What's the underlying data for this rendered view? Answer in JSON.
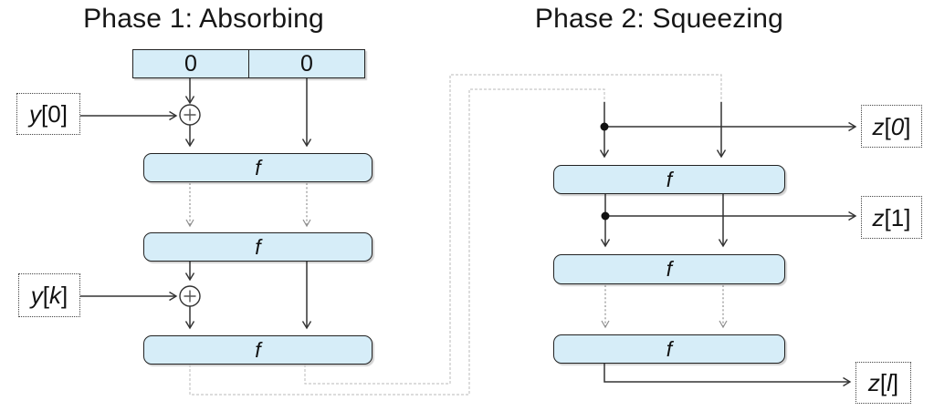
{
  "phase1": {
    "title": "Phase 1: Absorbing",
    "state_cells": [
      "0",
      "0"
    ],
    "f_label": "f",
    "xor_symbol": "⊕",
    "inputs": [
      {
        "id": "y0",
        "parts": [
          {
            "t": "y",
            "i": true
          },
          {
            "t": "[0]",
            "i": false
          }
        ]
      },
      {
        "id": "yk",
        "parts": [
          {
            "t": "y",
            "i": true
          },
          {
            "t": "[",
            "i": false
          },
          {
            "t": "k",
            "i": true
          },
          {
            "t": "]",
            "i": false
          }
        ]
      }
    ]
  },
  "phase2": {
    "title": "Phase 2: Squeezing",
    "f_label": "f",
    "outputs": [
      {
        "id": "z0",
        "parts": [
          {
            "t": "z",
            "i": true
          },
          {
            "t": "[",
            "i": false
          },
          {
            "t": "0",
            "i": true
          },
          {
            "t": "]",
            "i": false
          }
        ]
      },
      {
        "id": "z1",
        "parts": [
          {
            "t": "z",
            "i": true
          },
          {
            "t": "[1]",
            "i": false
          }
        ]
      },
      {
        "id": "zl",
        "parts": [
          {
            "t": "z",
            "i": true
          },
          {
            "t": "[",
            "i": false
          },
          {
            "t": "l",
            "i": true
          },
          {
            "t": "]",
            "i": false
          }
        ]
      }
    ]
  },
  "icons": {
    "xor": "circled-plus",
    "junction": "filled-dot",
    "arrow": "open-chevron-arrowhead"
  },
  "colors": {
    "box_fill": "#d6edf8",
    "box_border": "#222222",
    "line": "#333333",
    "dashed_arrow": "#8f8f8f",
    "routing": "#c6c6c6"
  }
}
